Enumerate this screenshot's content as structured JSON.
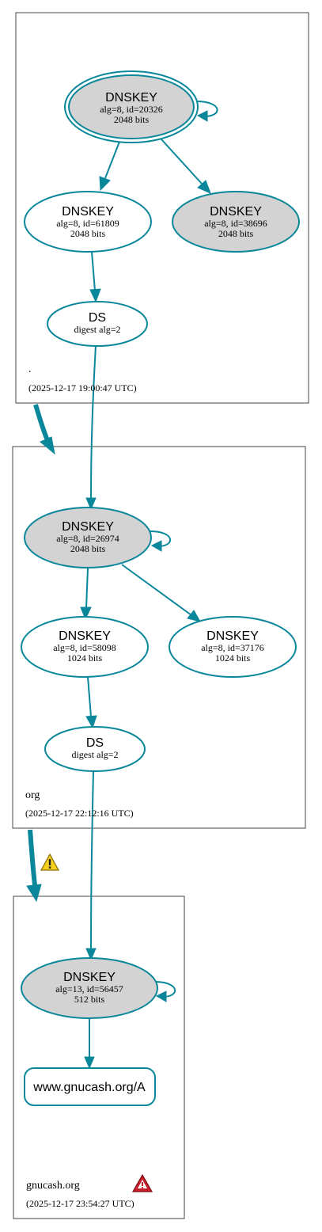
{
  "colors": {
    "edge": "#0a879a",
    "ksk_fill": "#d3d3d3",
    "zsk_fill": "#ffffff",
    "cluster_border": "#444444",
    "warning_yellow": "#f5d020",
    "error_red": "#c8202a"
  },
  "zones": [
    {
      "name": ".",
      "timestamp": "(2025-12-17 19:00:47 UTC)",
      "nodes": [
        {
          "id": "root-ksk",
          "title": "DNSKEY",
          "line1": "alg=8, id=20326",
          "line2": "2048 bits"
        },
        {
          "id": "root-zsk1",
          "title": "DNSKEY",
          "line1": "alg=8, id=61809",
          "line2": "2048 bits"
        },
        {
          "id": "root-zsk2",
          "title": "DNSKEY",
          "line1": "alg=8, id=38696",
          "line2": "2048 bits"
        },
        {
          "id": "root-ds",
          "title": "DS",
          "line1": "digest alg=2"
        }
      ]
    },
    {
      "name": "org",
      "timestamp": "(2025-12-17 22:12:16 UTC)",
      "nodes": [
        {
          "id": "org-ksk",
          "title": "DNSKEY",
          "line1": "alg=8, id=26974",
          "line2": "2048 bits"
        },
        {
          "id": "org-zsk1",
          "title": "DNSKEY",
          "line1": "alg=8, id=58098",
          "line2": "1024 bits"
        },
        {
          "id": "org-zsk2",
          "title": "DNSKEY",
          "line1": "alg=8, id=37176",
          "line2": "1024 bits"
        },
        {
          "id": "org-ds",
          "title": "DS",
          "line1": "digest alg=2"
        }
      ]
    },
    {
      "name": "gnucash.org",
      "timestamp": "(2025-12-17 23:54:27 UTC)",
      "nodes": [
        {
          "id": "gnucash-ksk",
          "title": "DNSKEY",
          "line1": "alg=13, id=56457",
          "line2": "512 bits"
        },
        {
          "id": "gnucash-rrset",
          "title": "www.gnucash.org/A"
        }
      ]
    }
  ],
  "icons": {
    "delegation_warning": "warning-icon",
    "zone_error": "error-icon"
  }
}
